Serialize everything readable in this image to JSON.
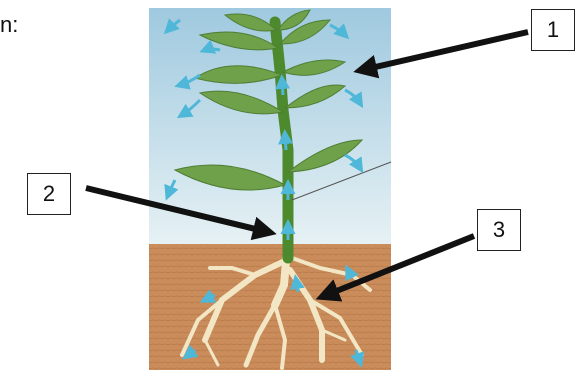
{
  "heading_fragment": "n:",
  "labels": {
    "one": "1",
    "two": "2",
    "three": "3"
  },
  "colors": {
    "sky_top": "#9fc9df",
    "sky_bottom": "#e6f1f4",
    "soil": "#c98c5a",
    "leaf": "#6fa14a",
    "stem": "#4d8a2e",
    "root": "#f2e6c4",
    "flow_arrow": "#4fb7d8"
  }
}
